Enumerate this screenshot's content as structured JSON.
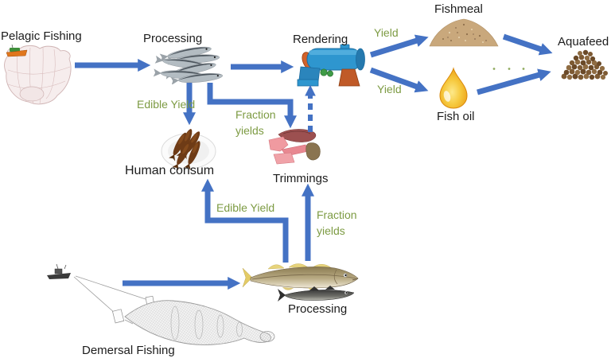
{
  "colors": {
    "arrow": "#4472C4",
    "green": "#7D9B43",
    "text": "#1C1C1C"
  },
  "nodes": {
    "pelagic_fishing": "Pelagic Fishing",
    "processing_top": "Processing",
    "rendering": "Rendering",
    "fishmeal": "Fishmeal",
    "fish_oil": "Fish oil",
    "aquafeed": "Aquafeed",
    "human_consum": "Human consum",
    "trimmings": "Trimmings",
    "processing_bottom": "Processing",
    "demersal_fishing": "Demersal Fishing"
  },
  "edge_labels": {
    "edible_yield_top": "Edible Yield",
    "fraction_yields_top": "Fraction yields",
    "yield_to_fishmeal": "Yield",
    "yield_to_fishoil": "Yield",
    "edible_yield_bottom": "Edible Yield",
    "fraction_yields_bottom": "Fraction yields"
  },
  "edges": [
    {
      "from": "Pelagic Fishing",
      "to": "Processing",
      "style": "solid",
      "label": ""
    },
    {
      "from": "Processing",
      "to": "Rendering",
      "style": "solid",
      "label": ""
    },
    {
      "from": "Processing",
      "to": "Human consum",
      "style": "solid",
      "label": "Edible Yield"
    },
    {
      "from": "Processing",
      "to": "Trimmings",
      "style": "solid",
      "label": "Fraction yields"
    },
    {
      "from": "Trimmings",
      "to": "Rendering",
      "style": "dashed",
      "label": ""
    },
    {
      "from": "Rendering",
      "to": "Fishmeal",
      "style": "solid",
      "label": "Yield"
    },
    {
      "from": "Rendering",
      "to": "Fish oil",
      "style": "solid",
      "label": "Yield"
    },
    {
      "from": "Fishmeal",
      "to": "Aquafeed",
      "style": "solid",
      "label": ""
    },
    {
      "from": "Fish oil",
      "to": "Aquafeed",
      "style": "solid",
      "label": ""
    },
    {
      "from": "Demersal Fishing",
      "to": "Processing",
      "style": "solid",
      "label": ""
    },
    {
      "from": "Processing (demersal)",
      "to": "Human consum",
      "style": "solid",
      "label": "Edible Yield"
    },
    {
      "from": "Processing (demersal)",
      "to": "Trimmings",
      "style": "solid",
      "label": "Fraction yields"
    }
  ]
}
